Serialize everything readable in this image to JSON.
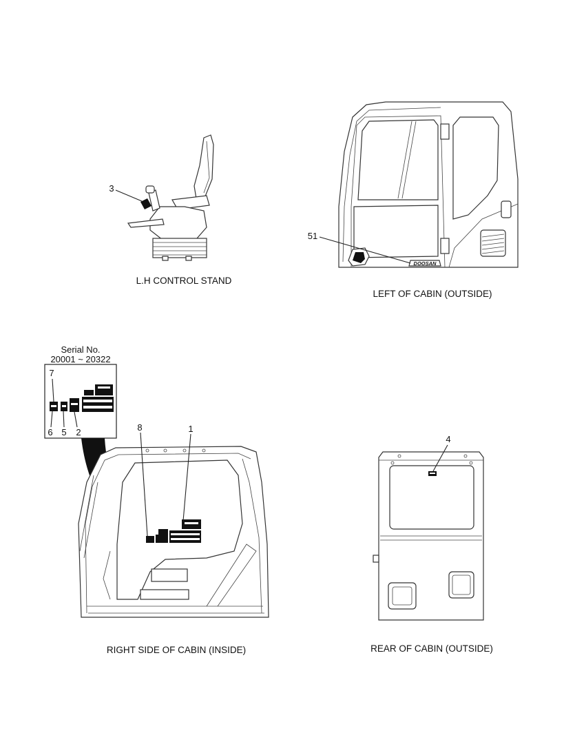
{
  "captions": {
    "lh_control_stand": "L.H CONTROL STAND",
    "left_of_cabin": "LEFT OF CABIN (OUTSIDE)",
    "right_side_of_cabin": "RIGHT SIDE OF CABIN (INSIDE)",
    "rear_of_cabin": "REAR OF CABIN (OUTSIDE)"
  },
  "callouts": {
    "c1": "1",
    "c2": "2",
    "c3": "3",
    "c4": "4",
    "c5": "5",
    "c6": "6",
    "c7": "7",
    "c8": "8",
    "c51": "51"
  },
  "serial_box": {
    "title": "Serial No.",
    "range": "20001 ~ 20322"
  },
  "brand_logo": "DOOSAN"
}
